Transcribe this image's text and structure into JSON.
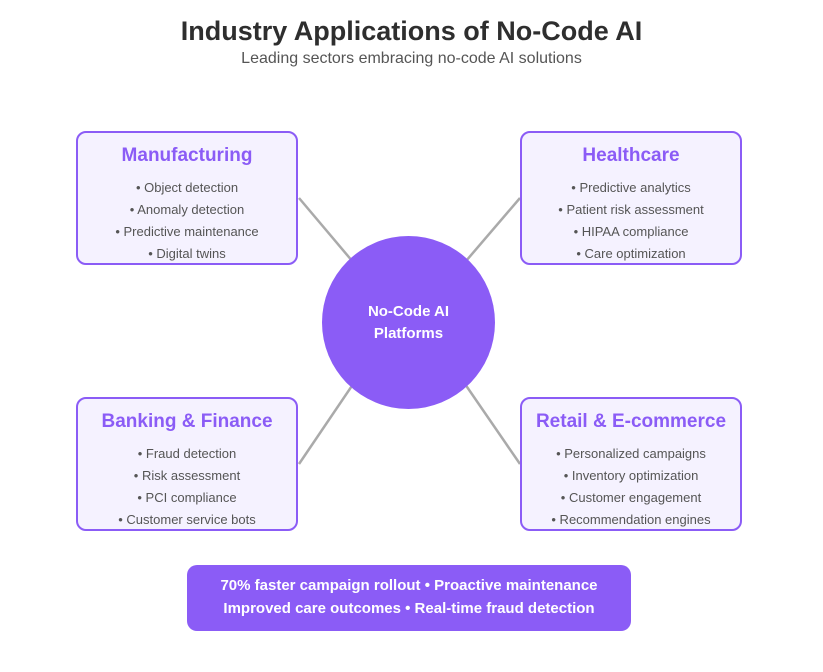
{
  "header": {
    "title": "Industry Applications of No-Code AI",
    "subtitle": "Leading sectors embracing no-code AI solutions"
  },
  "hub": {
    "label": "No-Code AI Platforms"
  },
  "sectors": [
    {
      "name": "Manufacturing",
      "items": [
        "• Object detection",
        "• Anomaly detection",
        "• Predictive maintenance",
        "• Digital twins"
      ]
    },
    {
      "name": "Healthcare",
      "items": [
        "• Predictive analytics",
        "• Patient risk assessment",
        "• HIPAA compliance",
        "• Care optimization"
      ]
    },
    {
      "name": "Banking & Finance",
      "items": [
        "• Fraud detection",
        "• Risk assessment",
        "• PCI compliance",
        "• Customer service bots"
      ]
    },
    {
      "name": "Retail & E-commerce",
      "items": [
        "• Personalized campaigns",
        "• Inventory optimization",
        "• Customer engagement",
        "• Recommendation engines"
      ]
    }
  ],
  "banner": {
    "line1": "70% faster campaign rollout • Proactive maintenance",
    "line2": "Improved care outcomes • Real-time fraud detection"
  },
  "colors": {
    "accent": "#8b5cf6",
    "card_fill": "#f5f2ff",
    "connector": "#aaaaaa",
    "title_text": "#2e2e2e",
    "body_text": "#555555"
  }
}
